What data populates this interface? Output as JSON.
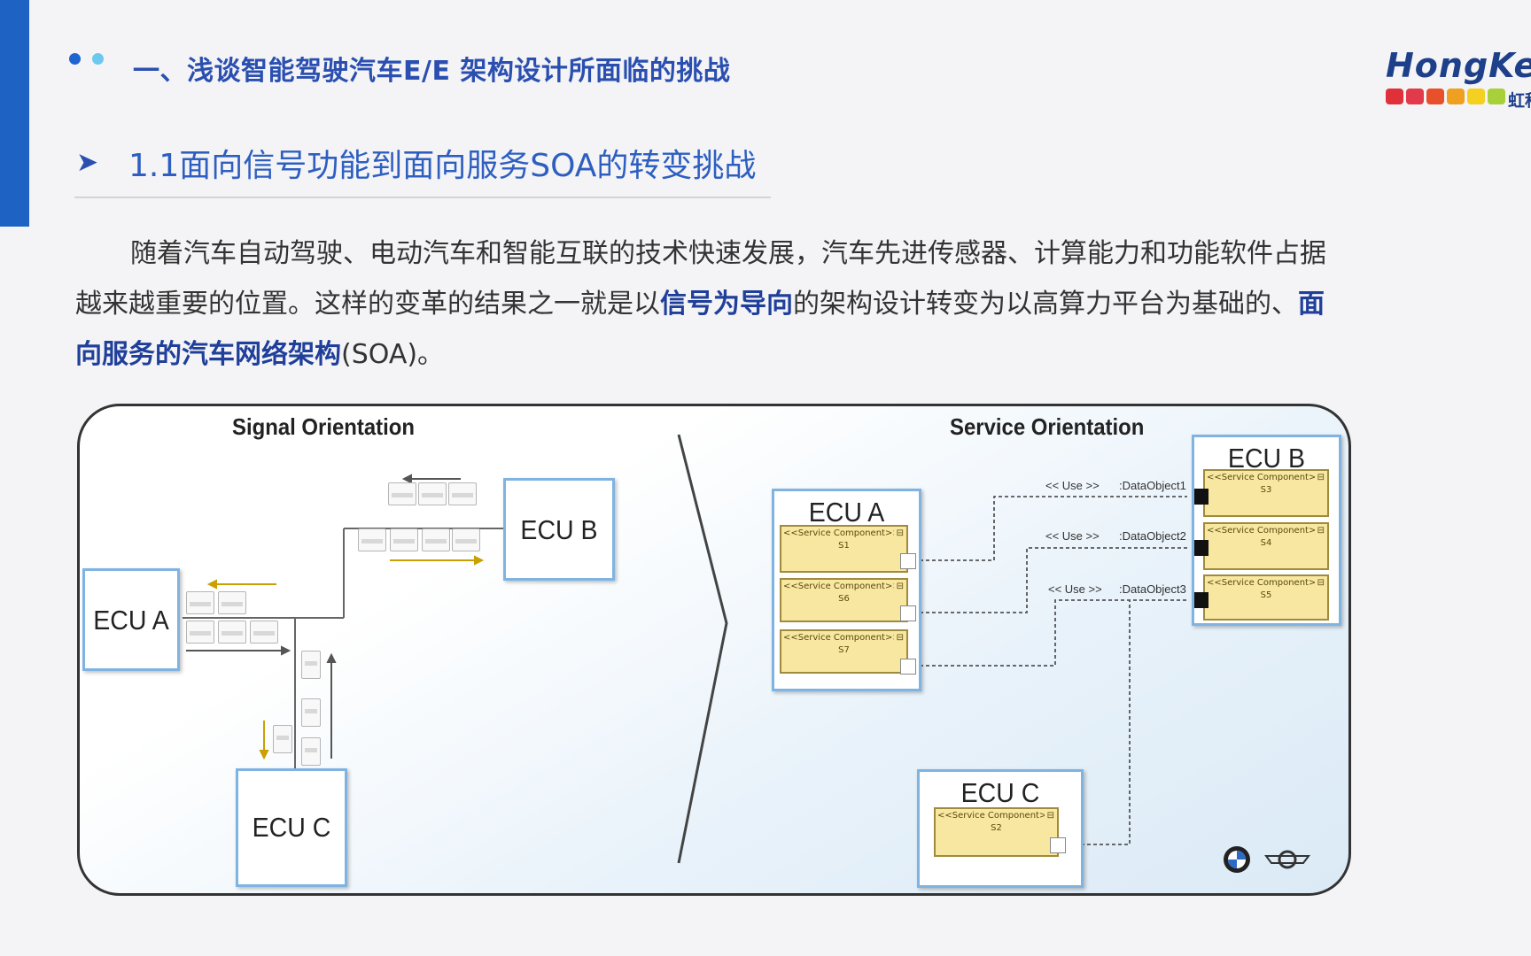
{
  "header": {
    "section_title": "一、浅谈智能驾驶汽车E/E 架构设计所面临的挑战",
    "logo_text": "HongKe",
    "logo_cn": "虹科",
    "logo_colors": [
      "#e0303a",
      "#e23a4a",
      "#e8502c",
      "#f0a020",
      "#f4d020",
      "#a8d038"
    ]
  },
  "subheading": {
    "bullet": "➤",
    "text": "1.1面向信号功能到面向服务SOA的转变挑战"
  },
  "paragraph": {
    "part1": "随着汽车自动驾驶、电动汽车和智能互联的技术快速发展，汽车先进传感器、计算能力和功能软件占据越来越重要的位置。这样的变革的结果之一就是以",
    "bold1": "信号为导向",
    "part2": "的架构设计转变为以高算力平台为基础的、",
    "bold2": "面向服务的汽车网络架构",
    "part3": "(SOA)。"
  },
  "diagram": {
    "signal_title": "Signal Orientation",
    "service_title": "Service Orientation",
    "signal_ecus": {
      "a": "ECU A",
      "b": "ECU B",
      "c": "ECU C"
    },
    "service_ecus": {
      "a": "ECU A",
      "b": "ECU B",
      "c": "ECU C"
    },
    "component_stereotype": "<<Service Component>>",
    "ecu_a_components": [
      "S1",
      "S6",
      "S7"
    ],
    "ecu_b_components": [
      "S3",
      "S4",
      "S5"
    ],
    "ecu_c_components": [
      "S2"
    ],
    "connections": [
      {
        "use": "<< Use >>",
        "object": ":DataObject1"
      },
      {
        "use": "<< Use >>",
        "object": ":DataObject2"
      },
      {
        "use": "<< Use >>",
        "object": ":DataObject3"
      }
    ]
  }
}
